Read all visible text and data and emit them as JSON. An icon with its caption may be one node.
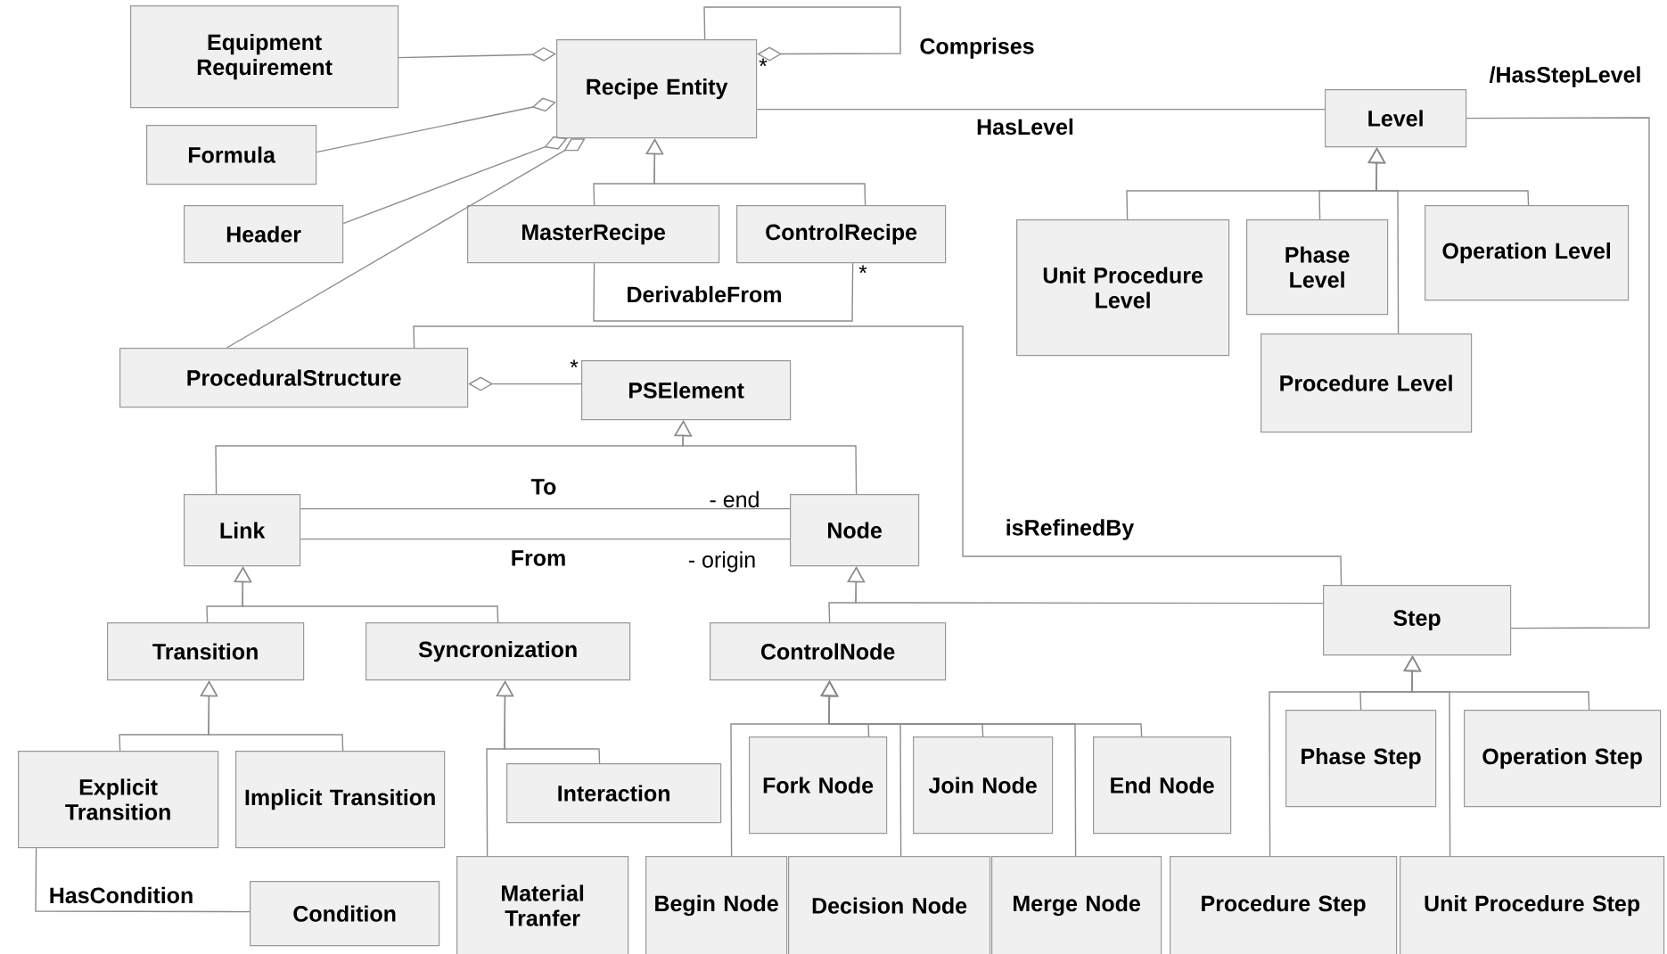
{
  "diagram": {
    "nodes": [
      {
        "text": [
          "Equipment Requirement"
        ]
      },
      {
        "text": [
          "Recipe Entity"
        ]
      },
      {
        "text": [
          "Formula"
        ]
      },
      {
        "text": [
          "Header"
        ]
      },
      {
        "text": [
          "MasterRecipe"
        ]
      },
      {
        "text": [
          "ControlRecipe"
        ]
      },
      {
        "text": [
          "Level"
        ]
      },
      {
        "text": [
          "Unit Procedure Level"
        ]
      },
      {
        "text": [
          "Phase Level"
        ]
      },
      {
        "text": [
          "Operation Level"
        ]
      },
      {
        "text": [
          "Procedure Level"
        ]
      },
      {
        "text": [
          "ProceduralStructure"
        ]
      },
      {
        "text": [
          "PSElement"
        ]
      },
      {
        "text": [
          "Link"
        ]
      },
      {
        "text": [
          "Node"
        ]
      },
      {
        "text": [
          "Step"
        ]
      },
      {
        "text": [
          "Transition"
        ]
      },
      {
        "text": [
          "Syncronization"
        ]
      },
      {
        "text": [
          "ControlNode"
        ]
      },
      {
        "text": [
          "Explicit Transition"
        ]
      },
      {
        "text": [
          "Implicit Transition"
        ]
      },
      {
        "text": [
          "Interaction"
        ]
      },
      {
        "text": [
          "Fork Node"
        ]
      },
      {
        "text": [
          "Join Node"
        ]
      },
      {
        "text": [
          "End Node"
        ]
      },
      {
        "text": [
          "Phase Step"
        ]
      },
      {
        "text": [
          "Operation Step"
        ]
      },
      {
        "text": [
          "Condition"
        ]
      },
      {
        "text": [
          "Material Tranfer"
        ]
      },
      {
        "text": [
          "Begin Node"
        ]
      },
      {
        "text": [
          "Decision Node"
        ]
      },
      {
        "text": [
          "Merge Node"
        ]
      },
      {
        "text": [
          "Procedure Step"
        ]
      },
      {
        "text": [
          "Unit Procedure Step"
        ]
      }
    ],
    "edges": [
      {
        "from": 0,
        "to": 1,
        "arrow": "other"
      },
      {
        "from": 2,
        "to": 1,
        "arrow": "other"
      },
      {
        "from": 3,
        "to": 1,
        "arrow": "other"
      },
      {
        "from": 11,
        "to": 1,
        "arrow": "other"
      },
      {
        "from": 1,
        "to": 1,
        "arrow": "other",
        "label": "Comprises"
      },
      {
        "from": 4,
        "to": 1,
        "arrow": "to"
      },
      {
        "from": 5,
        "to": 1,
        "arrow": "to"
      },
      {
        "from": 4,
        "to": 5,
        "arrow": "none",
        "label": "DerivableFrom"
      },
      {
        "from": 1,
        "to": 6,
        "arrow": "none",
        "label": "HasLevel"
      },
      {
        "from": 15,
        "to": 6,
        "arrow": "none",
        "label": "/HasStepLevel"
      },
      {
        "from": 7,
        "to": 6,
        "arrow": "to"
      },
      {
        "from": 8,
        "to": 6,
        "arrow": "to"
      },
      {
        "from": 9,
        "to": 6,
        "arrow": "to"
      },
      {
        "from": 10,
        "to": 6,
        "arrow": "to"
      },
      {
        "from": 12,
        "to": 11,
        "arrow": "other"
      },
      {
        "from": 13,
        "to": 12,
        "arrow": "to"
      },
      {
        "from": 14,
        "to": 12,
        "arrow": "to"
      },
      {
        "from": 13,
        "to": 14,
        "arrow": "none",
        "label": "To"
      },
      {
        "from": 13,
        "to": 14,
        "arrow": "none",
        "label": "From"
      },
      {
        "from": 11,
        "to": 15,
        "arrow": "none",
        "label": "isRefinedBy"
      },
      {
        "from": 16,
        "to": 13,
        "arrow": "to"
      },
      {
        "from": 17,
        "to": 13,
        "arrow": "to"
      },
      {
        "from": 18,
        "to": 14,
        "arrow": "to"
      },
      {
        "from": 15,
        "to": 14,
        "arrow": "to"
      },
      {
        "from": 19,
        "to": 16,
        "arrow": "to"
      },
      {
        "from": 20,
        "to": 16,
        "arrow": "to"
      },
      {
        "from": 21,
        "to": 17,
        "arrow": "to"
      },
      {
        "from": 28,
        "to": 17,
        "arrow": "to"
      },
      {
        "from": 19,
        "to": 27,
        "arrow": "none",
        "label": "HasCondition"
      },
      {
        "from": 22,
        "to": 18,
        "arrow": "to"
      },
      {
        "from": 23,
        "to": 18,
        "arrow": "to"
      },
      {
        "from": 24,
        "to": 18,
        "arrow": "to"
      },
      {
        "from": 29,
        "to": 18,
        "arrow": "to"
      },
      {
        "from": 30,
        "to": 18,
        "arrow": "to"
      },
      {
        "from": 31,
        "to": 18,
        "arrow": "to"
      },
      {
        "from": 25,
        "to": 15,
        "arrow": "to"
      },
      {
        "from": 26,
        "to": 15,
        "arrow": "to"
      },
      {
        "from": 32,
        "to": 15,
        "arrow": "to"
      },
      {
        "from": 33,
        "to": 15,
        "arrow": "to"
      }
    ],
    "labels": [
      "*",
      "*",
      "*",
      "- end",
      "- origin"
    ]
  }
}
